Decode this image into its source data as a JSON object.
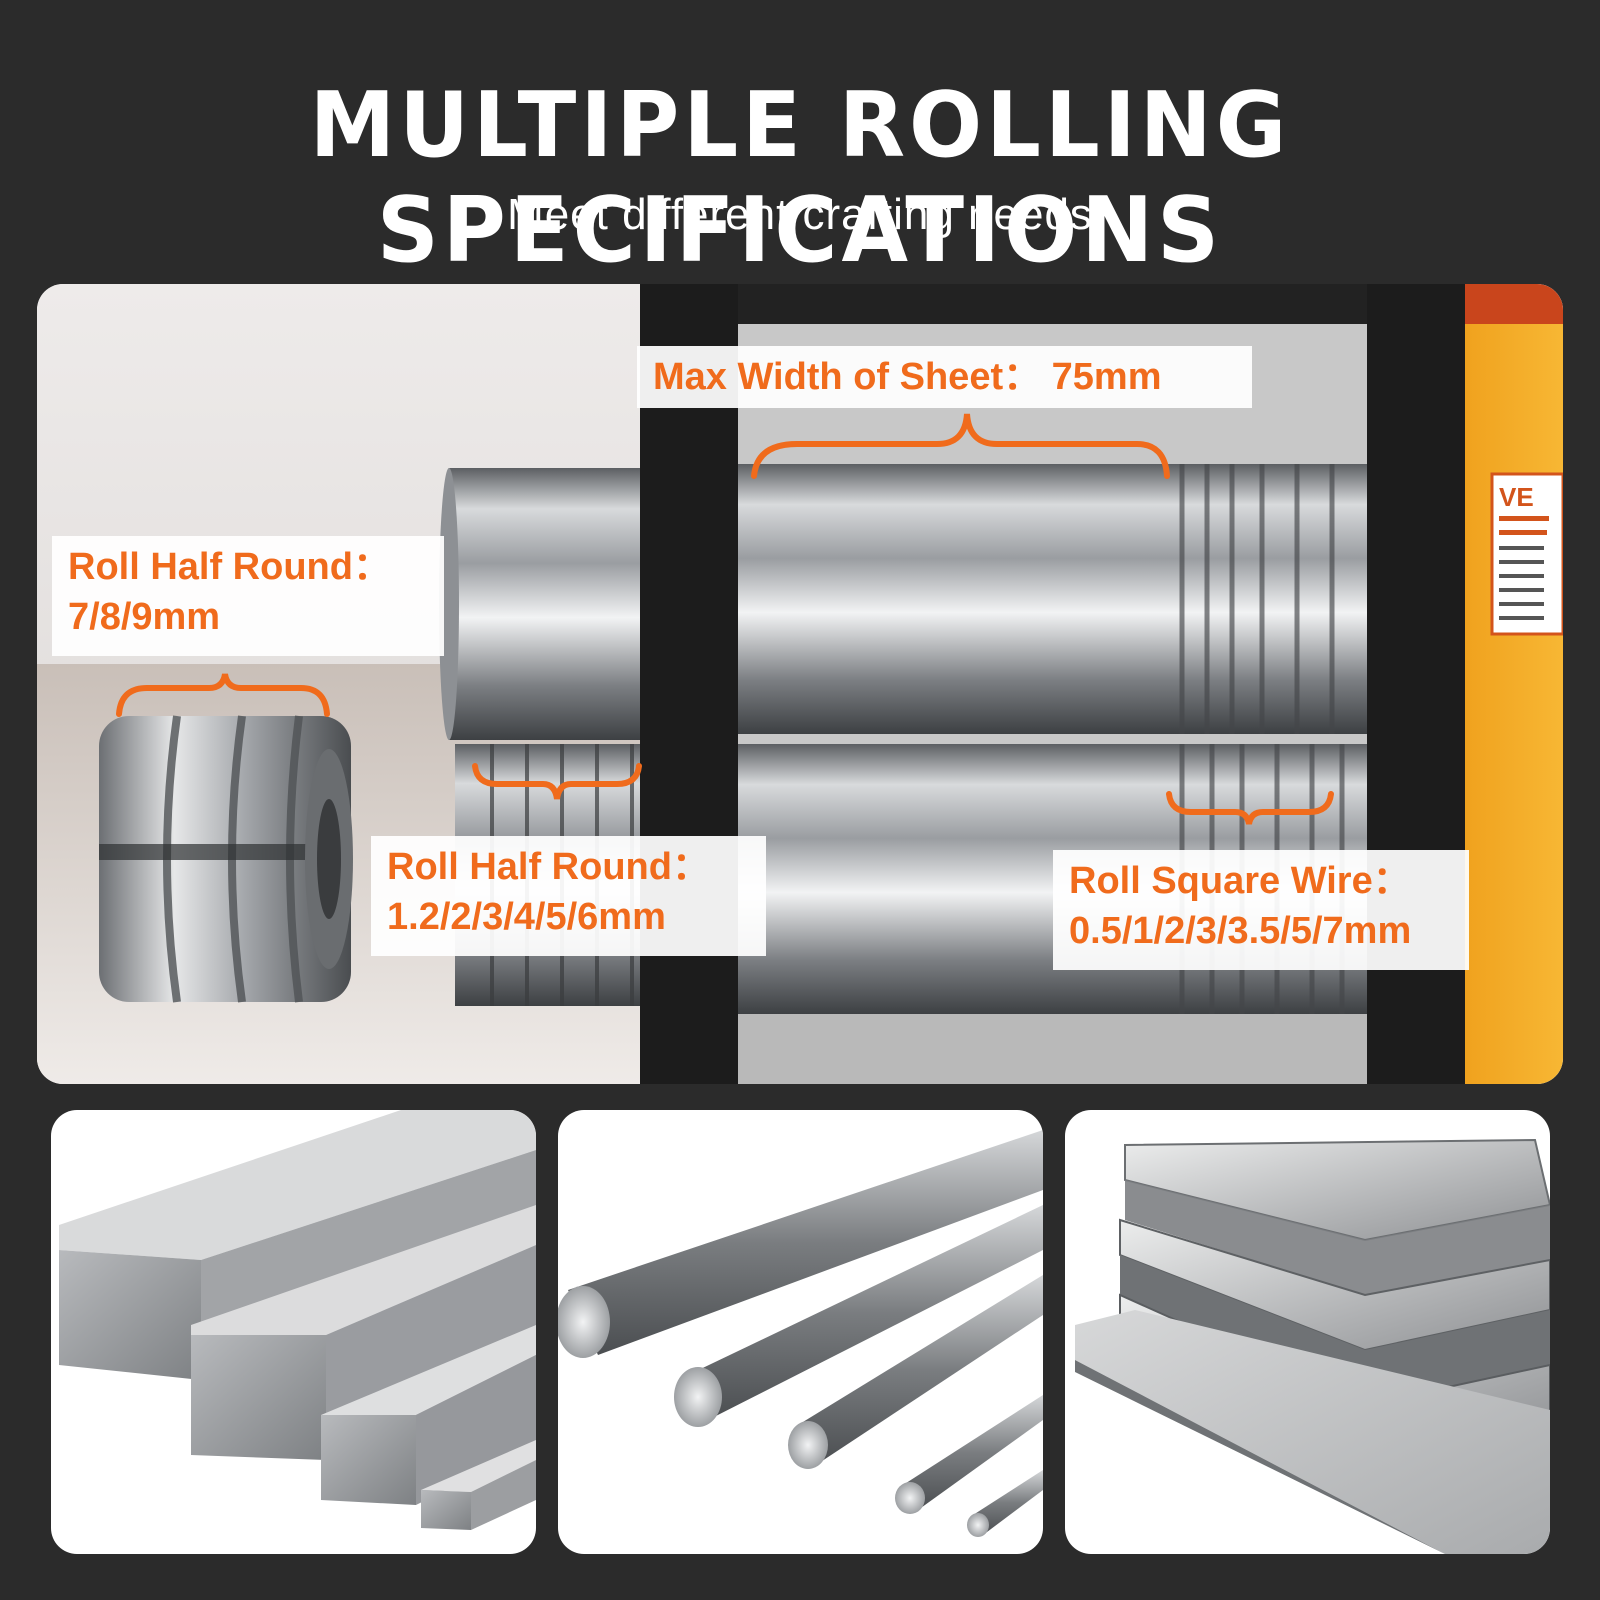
{
  "header": {
    "title": "MULTIPLE ROLLING SPECIFICATIONS",
    "subtitle": "Meet different crafting needs"
  },
  "hero": {
    "max_width": "Max Width of Sheet： 75mm",
    "half_round_large": {
      "line1": "Roll Half Round：",
      "line2": "7/8/9mm"
    },
    "half_round_small": {
      "line1": "Roll Half Round：",
      "line2": "1.2/2/3/4/5/6mm"
    },
    "square_wire": {
      "line1": "Roll Square Wire：",
      "line2": "0.5/1/2/3/3.5/5/7mm"
    },
    "tag_brand": "VE"
  },
  "panels": [
    {
      "name": "square-bars",
      "icon": "square-bar-stock-image"
    },
    {
      "name": "round-rods",
      "icon": "round-rod-stock-image"
    },
    {
      "name": "metal-sheets",
      "icon": "sheet-stack-image"
    }
  ],
  "colors": {
    "accent": "#f06b1c",
    "background": "#2b2b2b",
    "machine_orange": "#f5a623"
  }
}
